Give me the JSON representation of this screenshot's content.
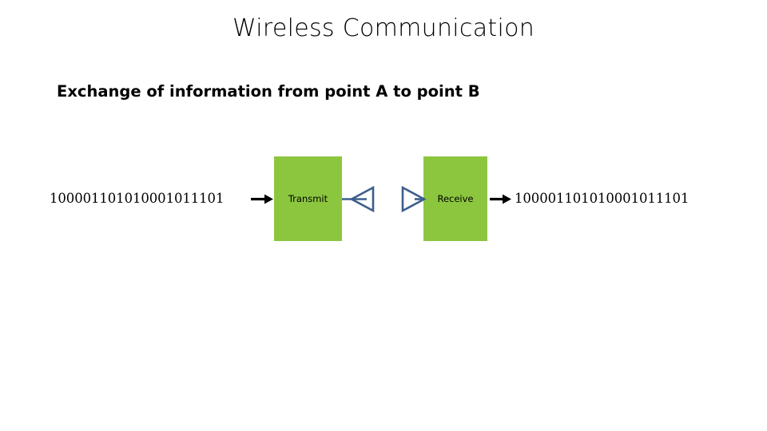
{
  "slide": {
    "title": "Wireless Communication",
    "subtitle": "Exchange of information from point A to point B",
    "background_color": "#FFFFFF"
  },
  "diagram": {
    "type": "block-flow",
    "input_binary": "100001101010001011101",
    "output_binary": "100001101010001011101",
    "nodes": [
      {
        "id": "transmit",
        "label": "Transmit",
        "fill_color": "#8CC63F"
      },
      {
        "id": "receive",
        "label": "Receive",
        "fill_color": "#8CC63F"
      }
    ],
    "connectors": [
      {
        "id": "input-arrow",
        "icon": "arrow-right-icon",
        "color": "#000000"
      },
      {
        "id": "output-arrow",
        "icon": "arrow-right-icon",
        "color": "#000000"
      }
    ],
    "antennas": [
      {
        "id": "transmit-antenna",
        "icon": "antenna-triangle-left-icon",
        "color": "#3D5E8C"
      },
      {
        "id": "receive-antenna",
        "icon": "antenna-triangle-right-icon",
        "color": "#3D5E8C"
      }
    ],
    "link_color": "#3D5E8C"
  }
}
